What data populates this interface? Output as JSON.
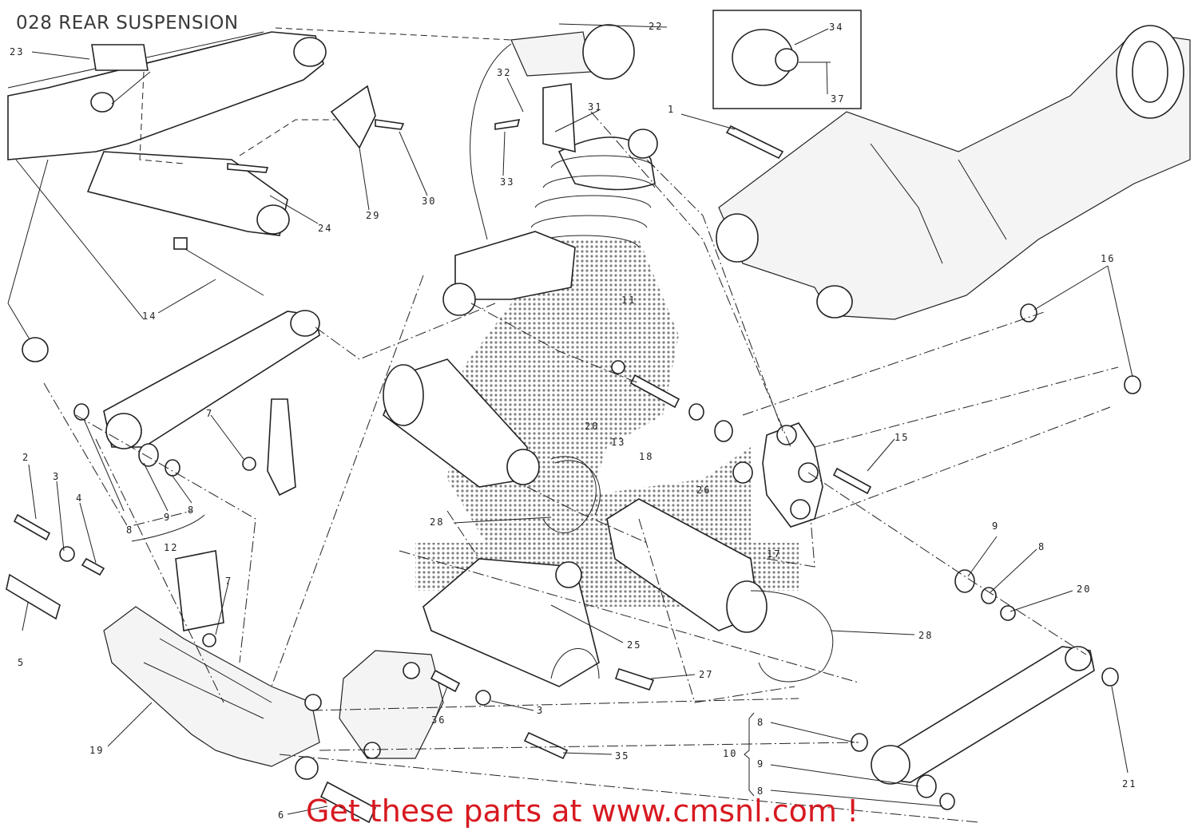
{
  "title": "028 REAR SUSPENSION",
  "promo": "Get these parts at www.cmsnl.com !",
  "promo_color": "#d71920",
  "callouts": {
    "c1": "1",
    "c2": "2",
    "c3a": "3",
    "c3b": "3",
    "c4": "4",
    "c5": "5",
    "c6": "6",
    "c7a": "7",
    "c7b": "7",
    "c8a": "8",
    "c8b": "8",
    "c8c": "8",
    "c8d": "8",
    "c8e": "8",
    "c9a": "9",
    "c9b": "9",
    "c9c": "9",
    "c10": "10",
    "c11": "11",
    "c12": "12",
    "c13": "13",
    "c14": "14",
    "c15": "15",
    "c16": "16",
    "c17": "17",
    "c18": "18",
    "c19": "19",
    "c20a": "20",
    "c20b": "20",
    "c21": "21",
    "c22": "22",
    "c23": "23",
    "c24": "24",
    "c25": "25",
    "c26": "26",
    "c27": "27",
    "c28a": "28",
    "c28b": "28",
    "c29": "29",
    "c30": "30",
    "c31": "31",
    "c32": "32",
    "c33": "33",
    "c34": "34",
    "c35": "35",
    "c36": "36",
    "c37": "37"
  }
}
